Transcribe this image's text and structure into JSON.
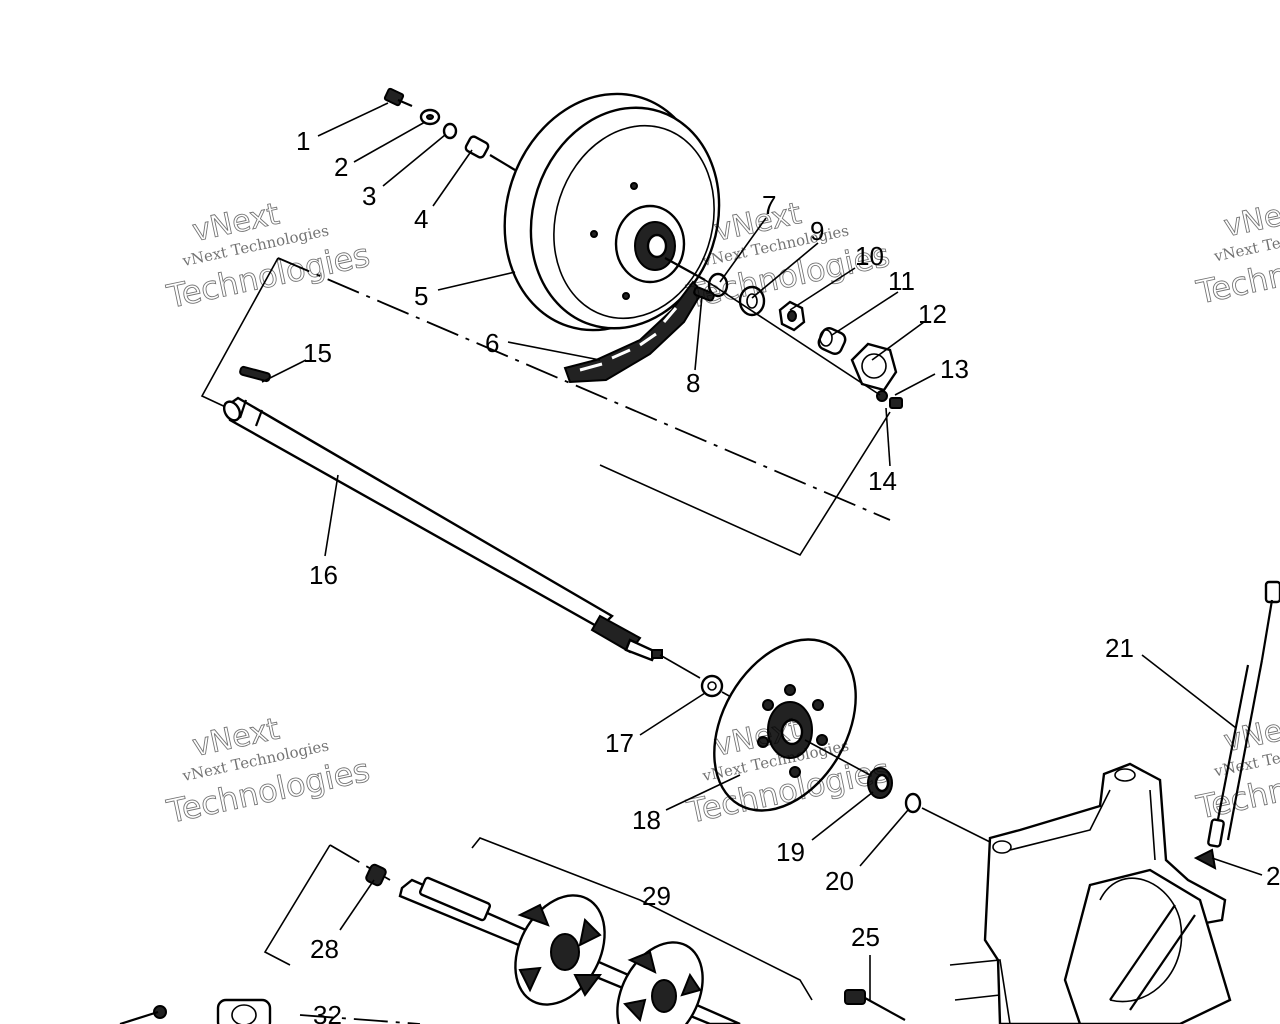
{
  "callouts": {
    "n1": "1",
    "n2": "2",
    "n3": "3",
    "n4": "4",
    "n5": "5",
    "n6": "6",
    "n7": "7",
    "n8": "8",
    "n9": "9",
    "n10": "10",
    "n11": "11",
    "n12": "12",
    "n13": "13",
    "n14": "14",
    "n15": "15",
    "n16": "16",
    "n17": "17",
    "n18": "18",
    "n19": "19",
    "n20": "20",
    "n21": "21",
    "n24": "2",
    "n25": "25",
    "n28": "28",
    "n29": "29",
    "n32": "32"
  },
  "watermark": {
    "brand": "vNext",
    "company": "vNext Technologies",
    "big": "Technologies"
  }
}
